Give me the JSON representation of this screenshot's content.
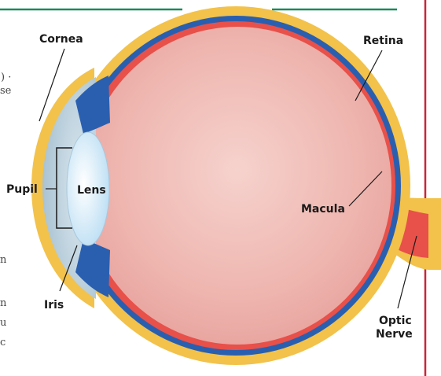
{
  "labels": {
    "cornea": "Cornea",
    "retina": "Retina",
    "pupil": "Pupil",
    "lens": "Lens",
    "macula": "Macula",
    "iris": "Iris",
    "optic_line1": "Optic",
    "optic_line2": "Nerve"
  },
  "page_text_fragments": [
    ") ·",
    "se",
    "n",
    "n",
    "u",
    "c"
  ],
  "colors": {
    "top_rule": "#1a8a5e",
    "right_rule": "#c8263a",
    "sclera": "#f2c24a",
    "choroid": "#2a5fb0",
    "retina": "#e8504a",
    "vitreous": "#f2b8b4",
    "cornea": "#c9d9e4",
    "lens": "#dcefff",
    "optic_nerve": "#e8504a"
  }
}
